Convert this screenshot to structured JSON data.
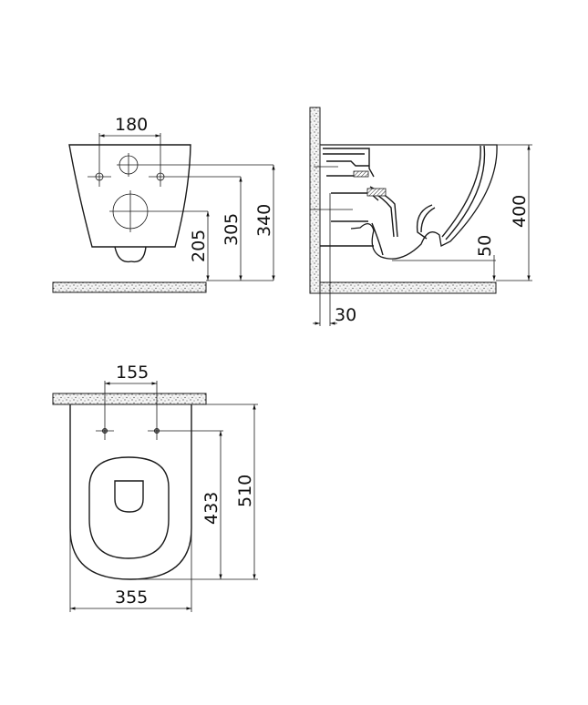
{
  "diagram": {
    "type": "technical-drawing",
    "subject": "wall-hung toilet dimensions",
    "units": "mm",
    "views": [
      {
        "name": "rear-view",
        "dimensions": {
          "mount_hole_spacing": "180",
          "inlet_height": "340",
          "bolt_height": "305",
          "outlet_height": "205"
        }
      },
      {
        "name": "side-section-view",
        "dimensions": {
          "height": "400",
          "trap_clearance": "50",
          "wall_offset": "30"
        }
      },
      {
        "name": "top-view",
        "dimensions": {
          "bolt_spacing": "155",
          "bolt_to_front": "433",
          "projection": "510",
          "width": "355"
        }
      }
    ]
  }
}
